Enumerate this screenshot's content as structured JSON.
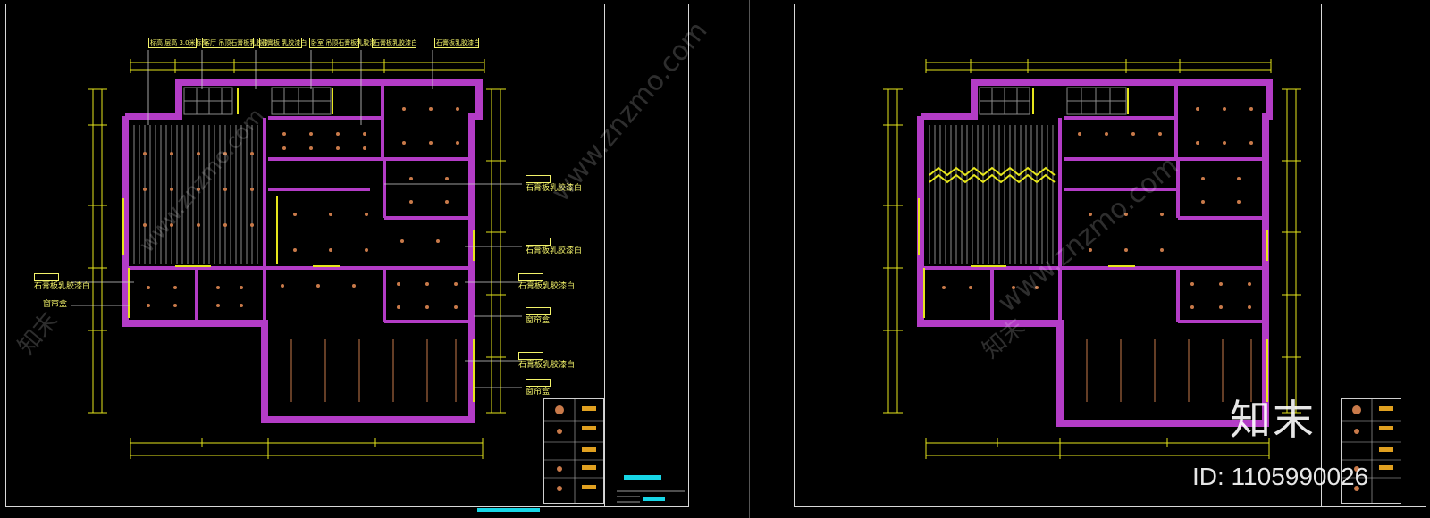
{
  "drawings": [
    {
      "id": "left-sheet",
      "top_tags": [
        "标高 层高 3.0米标高",
        "客厅 吊顶石膏板乳胶漆",
        "石膏板 乳胶漆白",
        "卧室 吊顶石膏板乳胶漆",
        "石膏板乳胶漆白",
        "石膏板乳胶漆白"
      ],
      "right_callouts": [
        "石膏板乳胶漆白",
        "石膏板乳胶漆白",
        "石膏板乳胶漆白",
        "窗帘盒",
        "石膏板乳胶漆白",
        "窗帘盒"
      ],
      "left_callouts": [
        "石膏板乳胶漆白",
        "窗帘盒"
      ]
    },
    {
      "id": "right-sheet",
      "top_tags": [],
      "right_callouts": [],
      "left_callouts": []
    }
  ],
  "watermark": {
    "site": "www.znzmo.com",
    "mark": "知末"
  },
  "brand": {
    "logo": "知末",
    "id_label": "ID: 1105990026"
  },
  "colors": {
    "wall": "#b33cc6",
    "dimension": "#e6e61c",
    "frame": "#d8d8d8",
    "cyan": "#17d6e6"
  }
}
